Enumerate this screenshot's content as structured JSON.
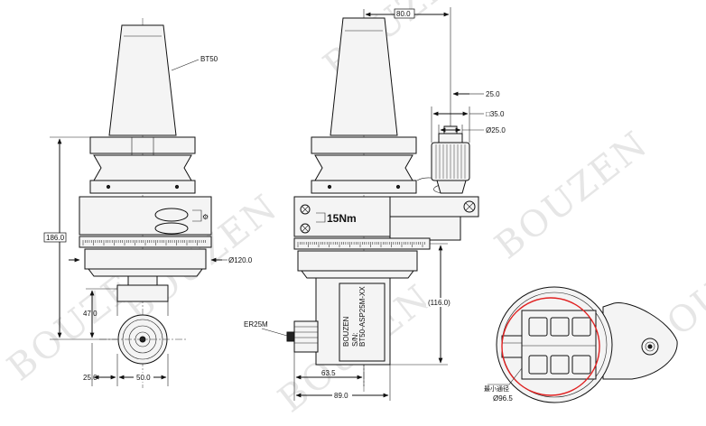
{
  "watermark": "BOUZEN",
  "front_view": {
    "taper_label": "BT50",
    "height_dim": "186.0",
    "diameter_dim": "Ø120.0",
    "offset_dim": "47.0",
    "left_dim": "25.0",
    "width_dim": "50.0"
  },
  "side_view": {
    "top_dim": "80.0",
    "dim_25": "25.0",
    "square_dim": "□35.0",
    "round_dim": "Ø25.0",
    "torque_label": "15Nm",
    "collet_label": "ER25M",
    "height_dim": "(116.0)",
    "dim_63": "63.5",
    "dim_89": "89.0",
    "plate_lines": [
      "BT50-ASP25M-XX",
      "S/N:",
      "BOUZEN"
    ]
  },
  "bottom_view": {
    "min_label": "最小通径",
    "min_diameter": "Ø96.5"
  },
  "colors": {
    "line": "#111111",
    "red": "#e02020",
    "watermark": "#e6e6e6"
  }
}
